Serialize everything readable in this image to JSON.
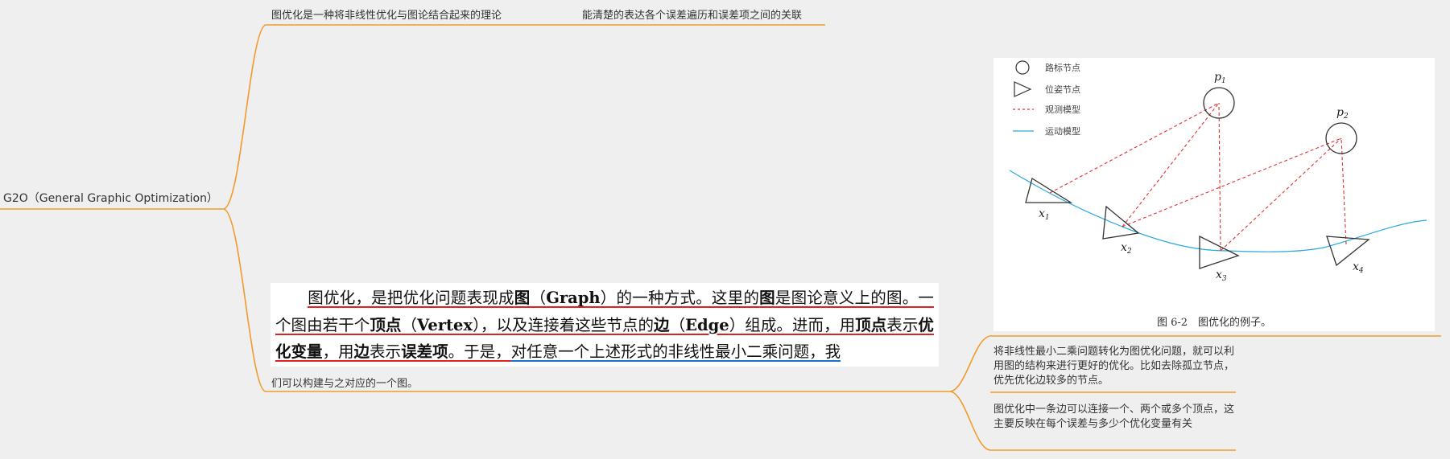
{
  "mindmap": {
    "root": "G2O（General Graphic Optimization）",
    "definition": "图优化是一种将非线性优化与图论结合起来的理论",
    "relation": "能清楚的表达各个误差遍历和误差项之间的关联",
    "graph_tail": "们可以构建与之对应的一个图。",
    "nonlinear": "将非线性最小二乘问题转化为图优化问题，就可以利用图的结构来进行更好的优化。比如去除孤立节点，优先优化边较多的节点。",
    "edge": "图优化中一条边可以连接一个、两个或多个顶点，这主要反映在每个误差与多少个优化变量有关",
    "line_color": "#f39a2b"
  },
  "excerpt": {
    "s1a": "图优化，是把优化问题表现成",
    "s1b": "图",
    "s1c": "（",
    "s1d": "Graph",
    "s1e": "）的一种方式。这里的",
    "s1f": "图",
    "s1g": "是图论意义上的图。一个图由若干个",
    "s1h": "顶点",
    "s1i": "（",
    "s1j": "Vertex",
    "s1k": "），以及连接着这些节点的",
    "s1l": "边",
    "s1m": "（",
    "s1n": "Edge",
    "s1o": "）组成。进而，用",
    "s1p": "顶点",
    "s1q": "表示",
    "s1r": "优化变量",
    "s1s": "，用",
    "s1t": "边",
    "s1u": "表示",
    "s1v": "误差项",
    "s1w": "。于是，",
    "s2": "对任意一个上述形式的非线性最小二乘问题，我"
  },
  "figure": {
    "legend": [
      "路标节点",
      "位姿节点",
      "观测模型",
      "运动模型"
    ],
    "labels": {
      "p1": "p",
      "p1_sub": "1",
      "p2": "p",
      "p2_sub": "2",
      "x1": "x",
      "x1_sub": "1",
      "x2": "x",
      "x2_sub": "2",
      "x3": "x",
      "x3_sub": "3",
      "x4": "x",
      "x4_sub": "4"
    },
    "caption": "图 6-2　图优化的例子。",
    "colors": {
      "observation": "#e03030",
      "motion": "#2aa8e0"
    }
  }
}
